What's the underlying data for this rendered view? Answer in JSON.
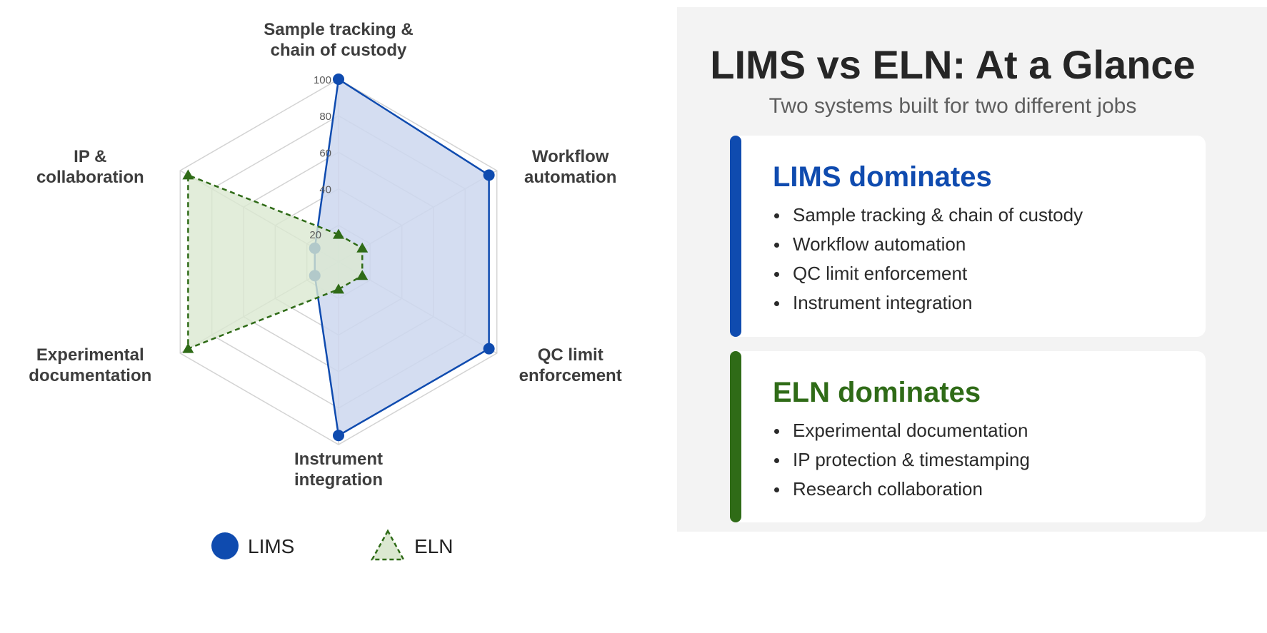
{
  "chart_data": {
    "type": "radar",
    "axes": [
      "Sample tracking & chain of custody",
      "Workflow automation",
      "QC limit enforcement",
      "Instrument integration",
      "Experimental documentation",
      "IP & collaboration"
    ],
    "axis_labels": [
      [
        "Sample tracking &",
        "chain of custody"
      ],
      [
        "Workflow",
        "automation"
      ],
      [
        "QC limit",
        "enforcement"
      ],
      [
        "Instrument",
        "integration"
      ],
      [
        "Experimental",
        "documentation"
      ],
      [
        "IP &",
        "collaboration"
      ]
    ],
    "ticks": [
      20,
      40,
      60,
      80,
      100
    ],
    "range": [
      0,
      100
    ],
    "series": [
      {
        "name": "LIMS",
        "values": [
          100,
          95,
          95,
          95,
          15,
          15
        ],
        "color": "#0f4baf",
        "fill": "#cdd7ee",
        "marker": "circle"
      },
      {
        "name": "ELN",
        "values": [
          15,
          15,
          15,
          15,
          95,
          95
        ],
        "color": "#2f6b17",
        "fill": "#dbe8d1",
        "marker": "triangle"
      }
    ],
    "legend": "bottom"
  },
  "panel": {
    "title": "LIMS vs ELN: At a Glance",
    "subtitle": "Two systems built for two different jobs",
    "lims_card": {
      "title": "LIMS dominates",
      "items": [
        "Sample tracking & chain of custody",
        "Workflow automation",
        "QC limit enforcement",
        "Instrument integration"
      ]
    },
    "eln_card": {
      "title": "ELN dominates",
      "items": [
        "Experimental documentation",
        "IP protection & timestamping",
        "Research collaboration"
      ]
    }
  }
}
